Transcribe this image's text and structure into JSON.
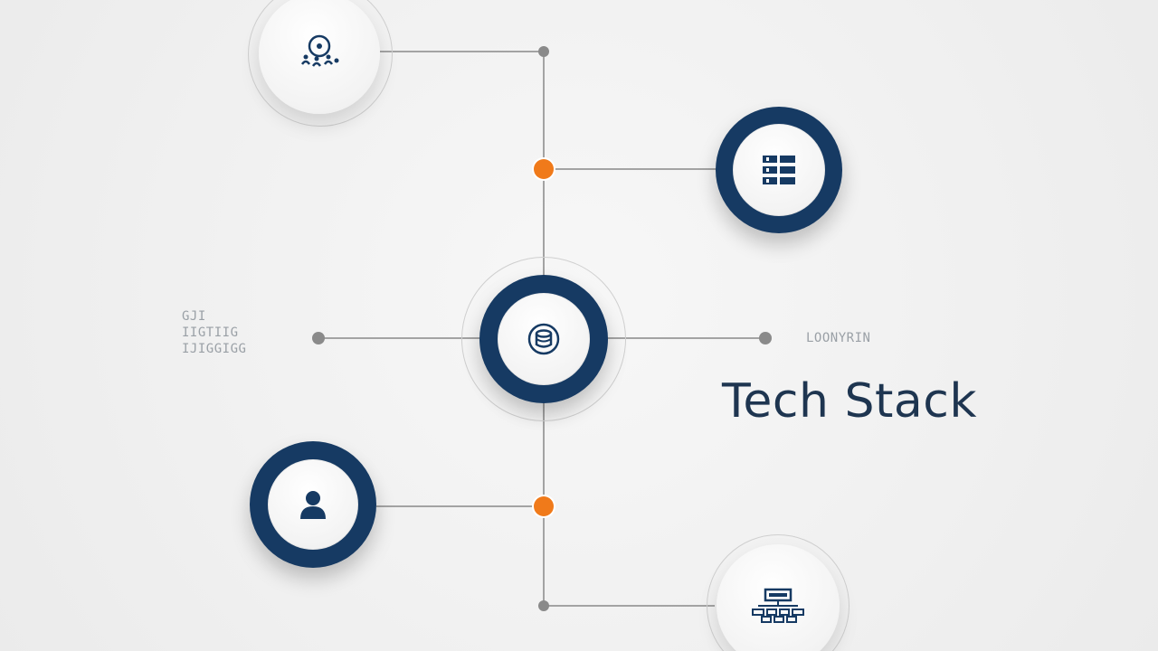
{
  "title": "Tech Stack",
  "labels": {
    "left_lines": [
      "GJI",
      "IIGTIIG",
      "IJIGGIGG"
    ],
    "right": "LOONYRIN"
  },
  "colors": {
    "navy": "#163a63",
    "orange": "#f07a1a",
    "connector": "#9e9e9e",
    "dot": "#8a8a8a"
  },
  "nodes": [
    {
      "name": "top-left-node",
      "style": "white",
      "icon": "gear-people-icon"
    },
    {
      "name": "top-right-node",
      "style": "navy",
      "icon": "server-icon"
    },
    {
      "name": "center-node",
      "style": "navy",
      "icon": "database-icon"
    },
    {
      "name": "bottom-left-node",
      "style": "navy",
      "icon": "user-icon"
    },
    {
      "name": "bottom-right-node",
      "style": "white",
      "icon": "network-icon"
    }
  ]
}
